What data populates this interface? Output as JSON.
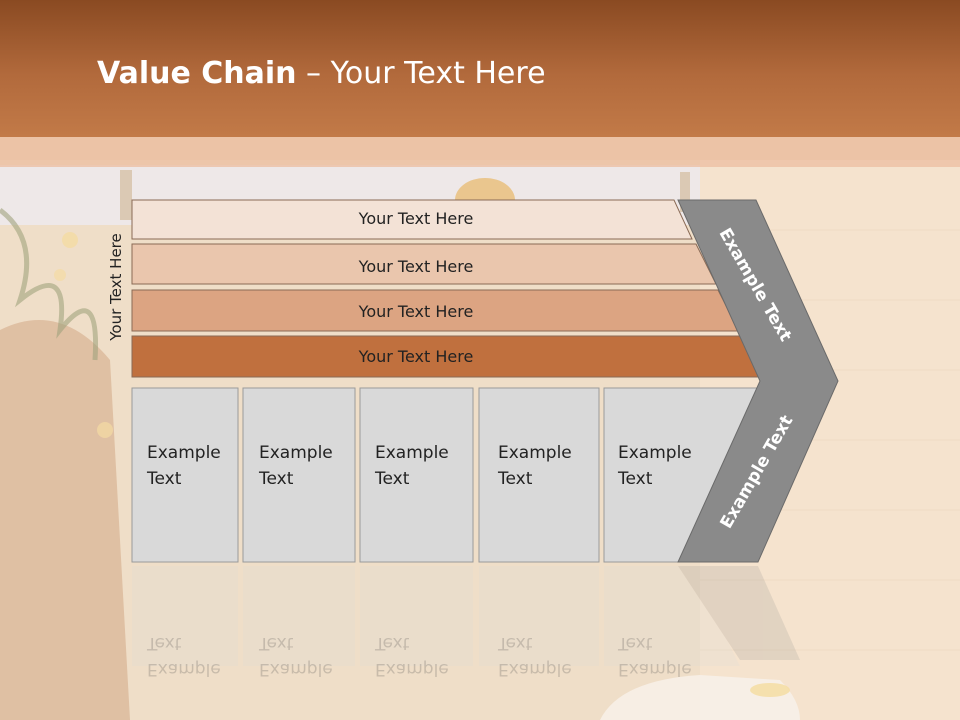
{
  "slide": {
    "title_bold": "Value Chain",
    "title_rest": " – Your Text Here",
    "side_label": "Your Text Here"
  },
  "bars": [
    {
      "label": "Your Text Here",
      "fill": "#f3e2d6"
    },
    {
      "label": "Your Text Here",
      "fill": "#eac6ad"
    },
    {
      "label": "Your Text Here",
      "fill": "#dca482"
    },
    {
      "label": "Your Text Here",
      "fill": "#c0703e"
    }
  ],
  "boxes": [
    {
      "line1": "Example",
      "line2": "Text"
    },
    {
      "line1": "Example",
      "line2": "Text"
    },
    {
      "line1": "Example",
      "line2": "Text"
    },
    {
      "line1": "Example",
      "line2": "Text"
    },
    {
      "line1": "Example",
      "line2": "Text"
    }
  ],
  "chevron": {
    "upper_label": "Example Text",
    "lower_label": "Example Text",
    "fill": "#8a8a8a"
  },
  "colors": {
    "box_fill": "#d9d9d9",
    "header": "#b26a3c"
  }
}
